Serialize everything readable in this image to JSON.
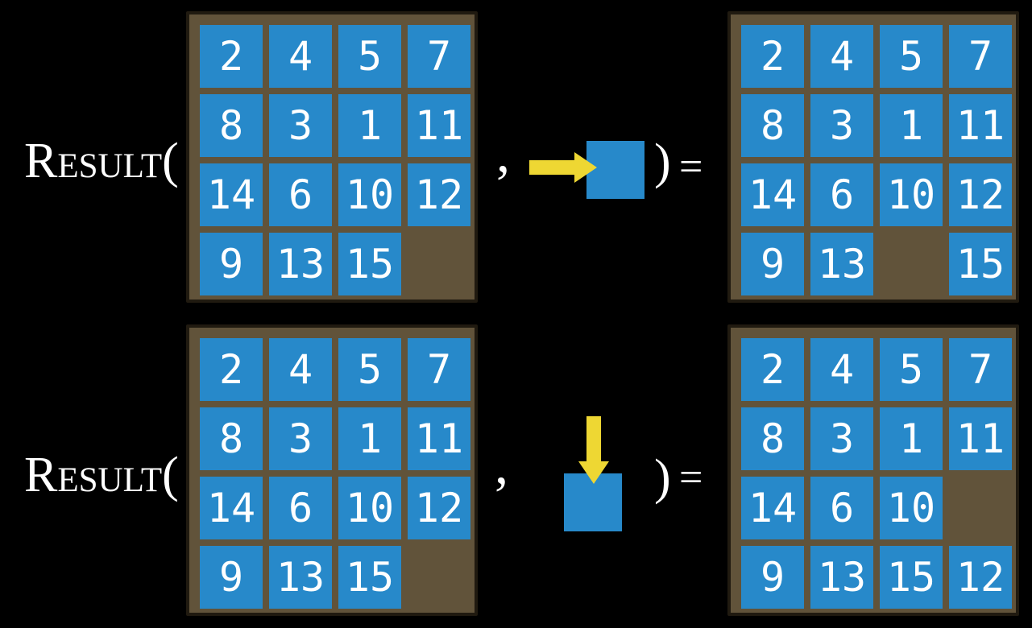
{
  "colors": {
    "background": "#000000",
    "board_brown": "#61533a",
    "board_border": "#201a10",
    "tile_blue": "#2789ca",
    "arrow_yellow": "#eed733",
    "text_white": "#ffffff"
  },
  "examples": [
    {
      "function_label": "Result(",
      "comma": ",",
      "move": {
        "direction": "right",
        "icon": "right-arrow-icon"
      },
      "close_paren": ")",
      "equals_sign": "=",
      "input_board": {
        "grid": [
          [
            "2",
            "4",
            "5",
            "7"
          ],
          [
            "8",
            "3",
            "1",
            "11"
          ],
          [
            "14",
            "6",
            "10",
            "12"
          ],
          [
            "9",
            "13",
            "15",
            null
          ]
        ]
      },
      "result_board": {
        "grid": [
          [
            "2",
            "4",
            "5",
            "7"
          ],
          [
            "8",
            "3",
            "1",
            "11"
          ],
          [
            "14",
            "6",
            "10",
            "12"
          ],
          [
            "9",
            "13",
            null,
            "15"
          ]
        ]
      }
    },
    {
      "function_label": "Result(",
      "comma": ",",
      "move": {
        "direction": "down",
        "icon": "down-arrow-icon"
      },
      "close_paren": ")",
      "equals_sign": "=",
      "input_board": {
        "grid": [
          [
            "2",
            "4",
            "5",
            "7"
          ],
          [
            "8",
            "3",
            "1",
            "11"
          ],
          [
            "14",
            "6",
            "10",
            "12"
          ],
          [
            "9",
            "13",
            "15",
            null
          ]
        ]
      },
      "result_board": {
        "grid": [
          [
            "2",
            "4",
            "5",
            "7"
          ],
          [
            "8",
            "3",
            "1",
            "11"
          ],
          [
            "14",
            "6",
            "10",
            null
          ],
          [
            "9",
            "13",
            "15",
            "12"
          ]
        ]
      }
    }
  ]
}
